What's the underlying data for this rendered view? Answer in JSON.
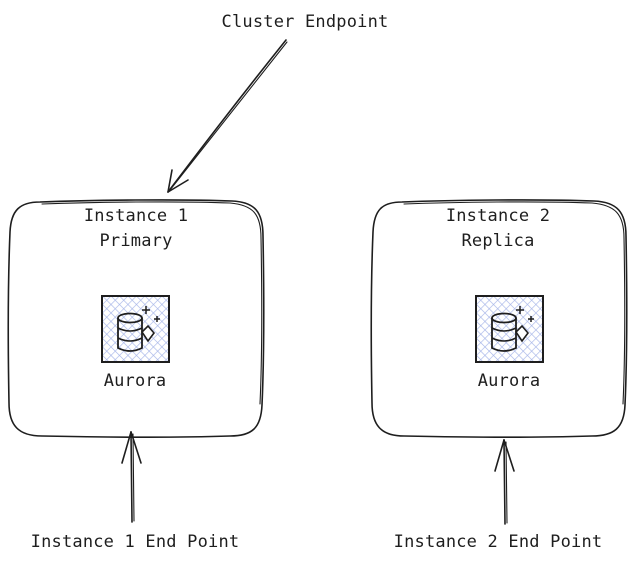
{
  "cluster_endpoint": {
    "label": "Cluster Endpoint"
  },
  "instances": [
    {
      "title": "Instance 1",
      "role": "Primary",
      "db_label": "Aurora",
      "db_icon": "aurora-database-icon",
      "endpoint_label": "Instance 1 End Point"
    },
    {
      "title": "Instance 2",
      "role": "Replica",
      "db_label": "Aurora",
      "db_icon": "aurora-database-icon",
      "endpoint_label": "Instance 2 End Point"
    }
  ],
  "colors": {
    "ink": "#1e1e1e",
    "icon_hatch": "#a5b4e8"
  }
}
